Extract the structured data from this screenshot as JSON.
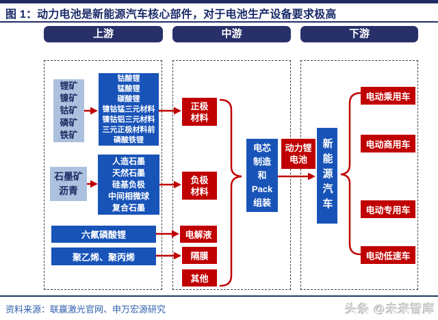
{
  "title": "图 1：动力电池是新能源汽车核心部件，对于电池生产设备要求极高",
  "colors": {
    "navy": "#1f2c64",
    "box_blue": "#1853b8",
    "box_red": "#c00000",
    "box_lightblue": "#abc1de",
    "footer_text_blue": "#2e5fac",
    "dashed_border": "#3c3c3c"
  },
  "columns": {
    "upstream_label": "上游",
    "midstream_label": "中游",
    "downstream_label": "下游"
  },
  "upstream": {
    "minerals": [
      "锂矿",
      "镍矿",
      "钴矿",
      "磷矿",
      "铁矿"
    ],
    "cathode_materials": [
      "钴酸锂",
      "锰酸锂",
      "碳酸锂",
      "镍钴锰三元材料",
      "镍钴铝三元材料",
      "三元正极材料前",
      "磷酸铁锂"
    ],
    "graphite_sources": [
      "石墨矿",
      "沥青"
    ],
    "anode_materials": [
      "人造石墨",
      "天然石墨",
      "硅基负极",
      "中间相微球",
      "复合石墨"
    ],
    "electrolyte_source": "六氟磷酸锂",
    "separator_source": "聚乙烯、聚丙烯"
  },
  "midstream": {
    "cathode": [
      "正极",
      "材料"
    ],
    "anode": [
      "负极",
      "材料"
    ],
    "electrolyte": "电解液",
    "separator": "隔膜",
    "other": "其他",
    "assembly": [
      "电芯",
      "制造",
      "和",
      "Pack",
      "组装"
    ],
    "battery": [
      "动力锂",
      "电池"
    ]
  },
  "downstream": {
    "nev": "新能源汽车",
    "vehicles": [
      "电动乘用车",
      "电动商用车",
      "电动专用车",
      "电动低速车"
    ]
  },
  "footer": {
    "source": "资料来源：联赢激光官网、申万宏源研究",
    "watermark": "头条 @未来智库"
  }
}
